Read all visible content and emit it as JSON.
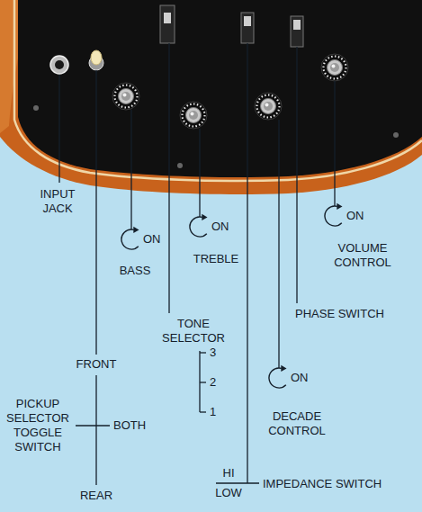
{
  "diagram": {
    "labels": [
      "INPUT JACK",
      "ON",
      "BASS",
      "ON",
      "TREBLE",
      "TONE SELECTOR",
      "3",
      "2",
      "1",
      "FRONT",
      "PICKUP SELECTOR TOGGLE SWITCH",
      "BOTH",
      "REAR",
      "ON",
      "DECADE CONTROL",
      "PHASE SWITCH",
      "ON",
      "VOLUME CONTROL",
      "HI",
      "LOW",
      "IMPEDANCE SWITCH"
    ]
  }
}
